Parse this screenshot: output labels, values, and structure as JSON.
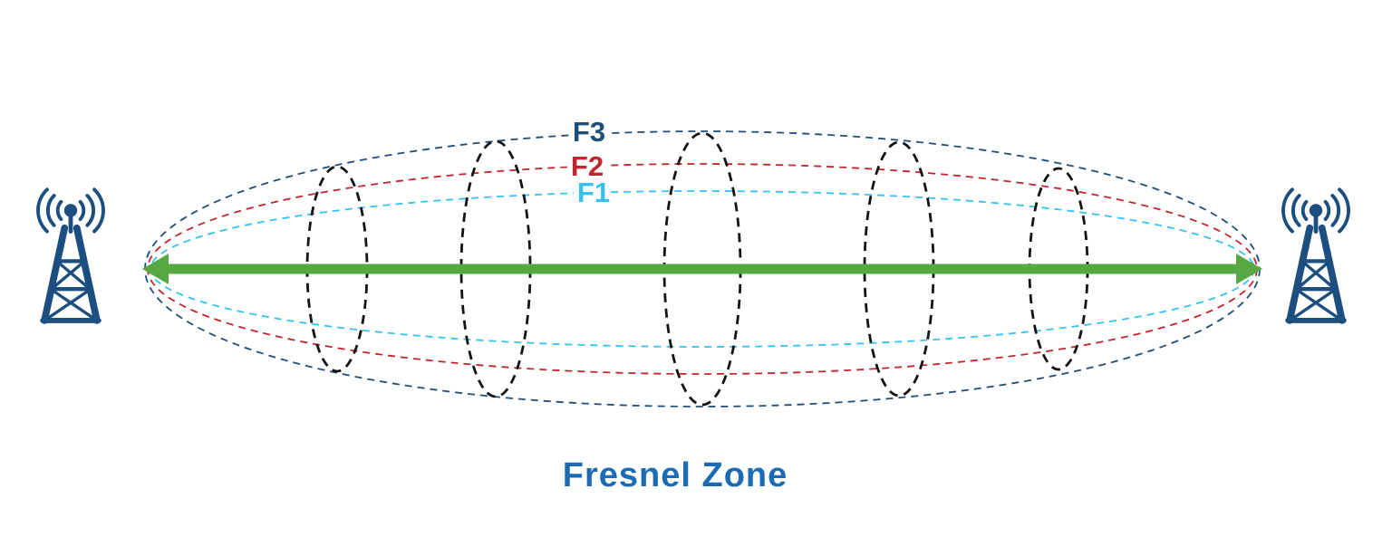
{
  "diagram": {
    "title": "Fresnel Zone",
    "zones": [
      {
        "id": "F3",
        "label": "F3",
        "color": "#1f4e79"
      },
      {
        "id": "F2",
        "label": "F2",
        "color": "#c0272d"
      },
      {
        "id": "F1",
        "label": "F1",
        "color": "#36c2ee"
      }
    ],
    "colors": {
      "tower": "#1c4e80",
      "line_of_sight": "#56a843",
      "cross_section": "#141414",
      "title": "#1b6cb5",
      "background": "#ffffff"
    },
    "icons": {
      "left_tower": "radio-tower-icon",
      "right_tower": "radio-tower-icon"
    }
  }
}
